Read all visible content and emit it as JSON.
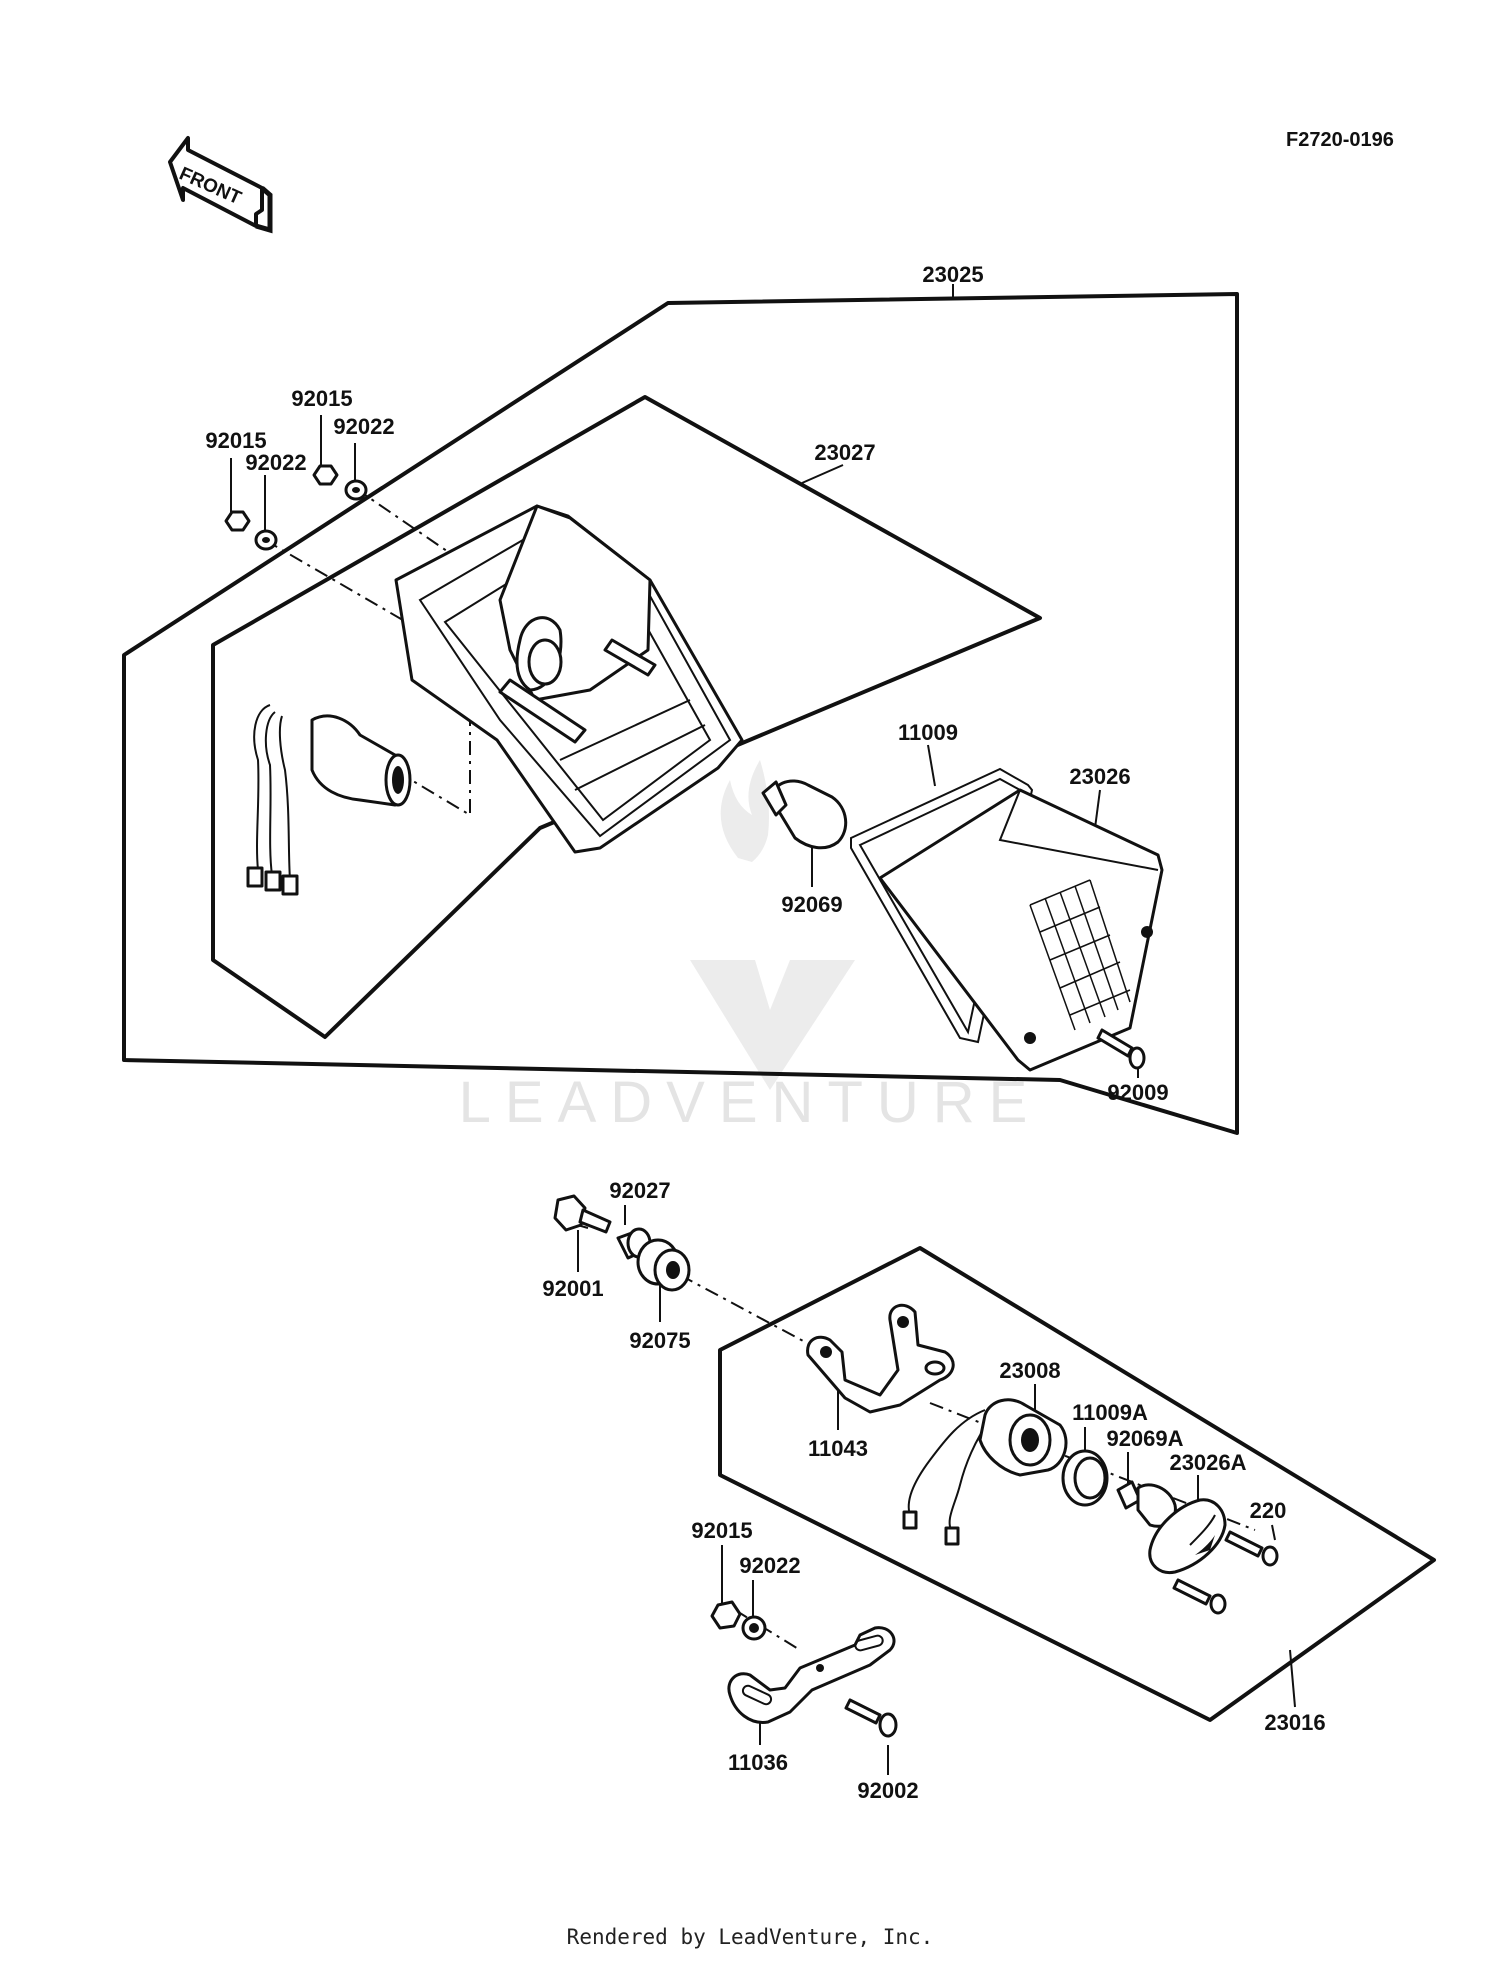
{
  "diagram_code": "F2720-0196",
  "front_arrow_label": "FRONT",
  "watermark": "LEADVENTURE",
  "footer": "Rendered by LeadVenture, Inc.",
  "callouts": {
    "p23025": "23025",
    "p23027": "23027",
    "p92015_a": "92015",
    "p92022_a": "92022",
    "p92015_b": "92015",
    "p92022_b": "92022",
    "p11009": "11009",
    "p23026": "23026",
    "p92069": "92069",
    "p92009": "92009",
    "p92027": "92027",
    "p92001": "92001",
    "p92075": "92075",
    "p23008": "23008",
    "p11009A": "11009A",
    "p92069A": "92069A",
    "p23026A": "23026A",
    "p220": "220",
    "p11043": "11043",
    "p92015_c": "92015",
    "p92022_c": "92022",
    "p11036": "11036",
    "p92002": "92002",
    "p23016": "23016"
  },
  "colors": {
    "ink": "#111111",
    "background": "#ffffff",
    "watermark": "#e4e4e4"
  }
}
